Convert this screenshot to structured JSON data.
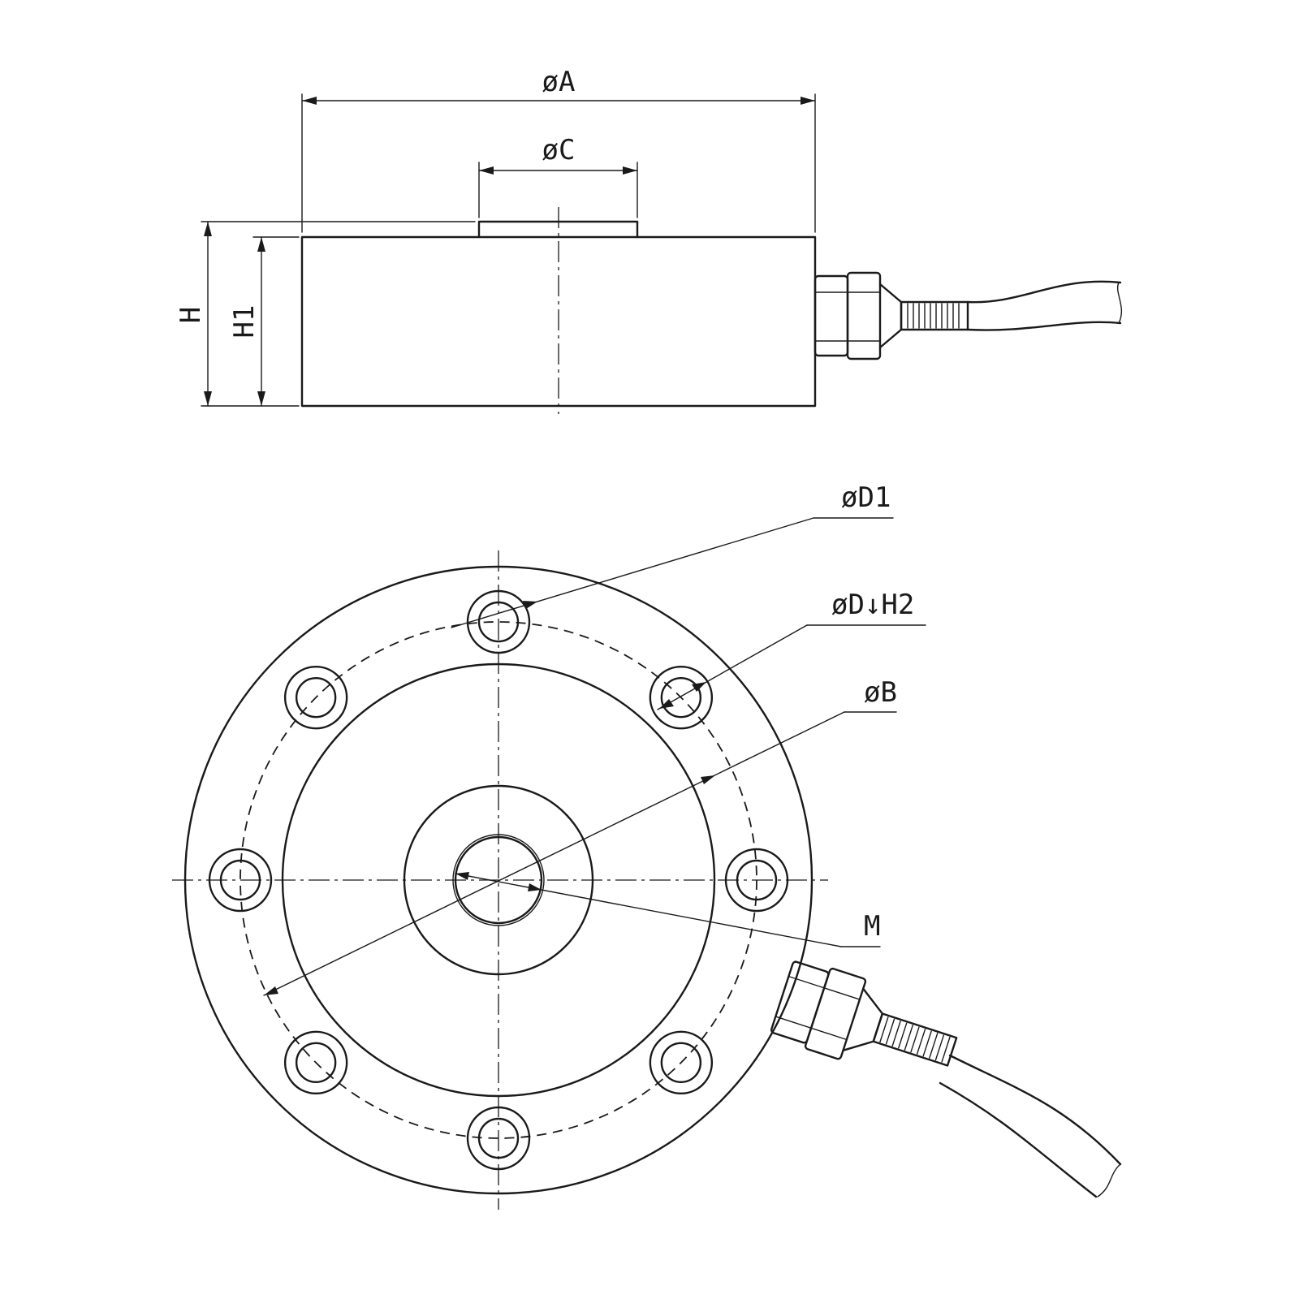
{
  "labels": {
    "dia_a": "øA",
    "dia_c": "øC",
    "height_h": "H",
    "height_h1": "H1",
    "dia_d1": "øD1",
    "dia_d_h2": "øD↓H2",
    "dia_b": "øB",
    "thread_m": "M"
  },
  "counts": {
    "mounting_holes": 8
  }
}
